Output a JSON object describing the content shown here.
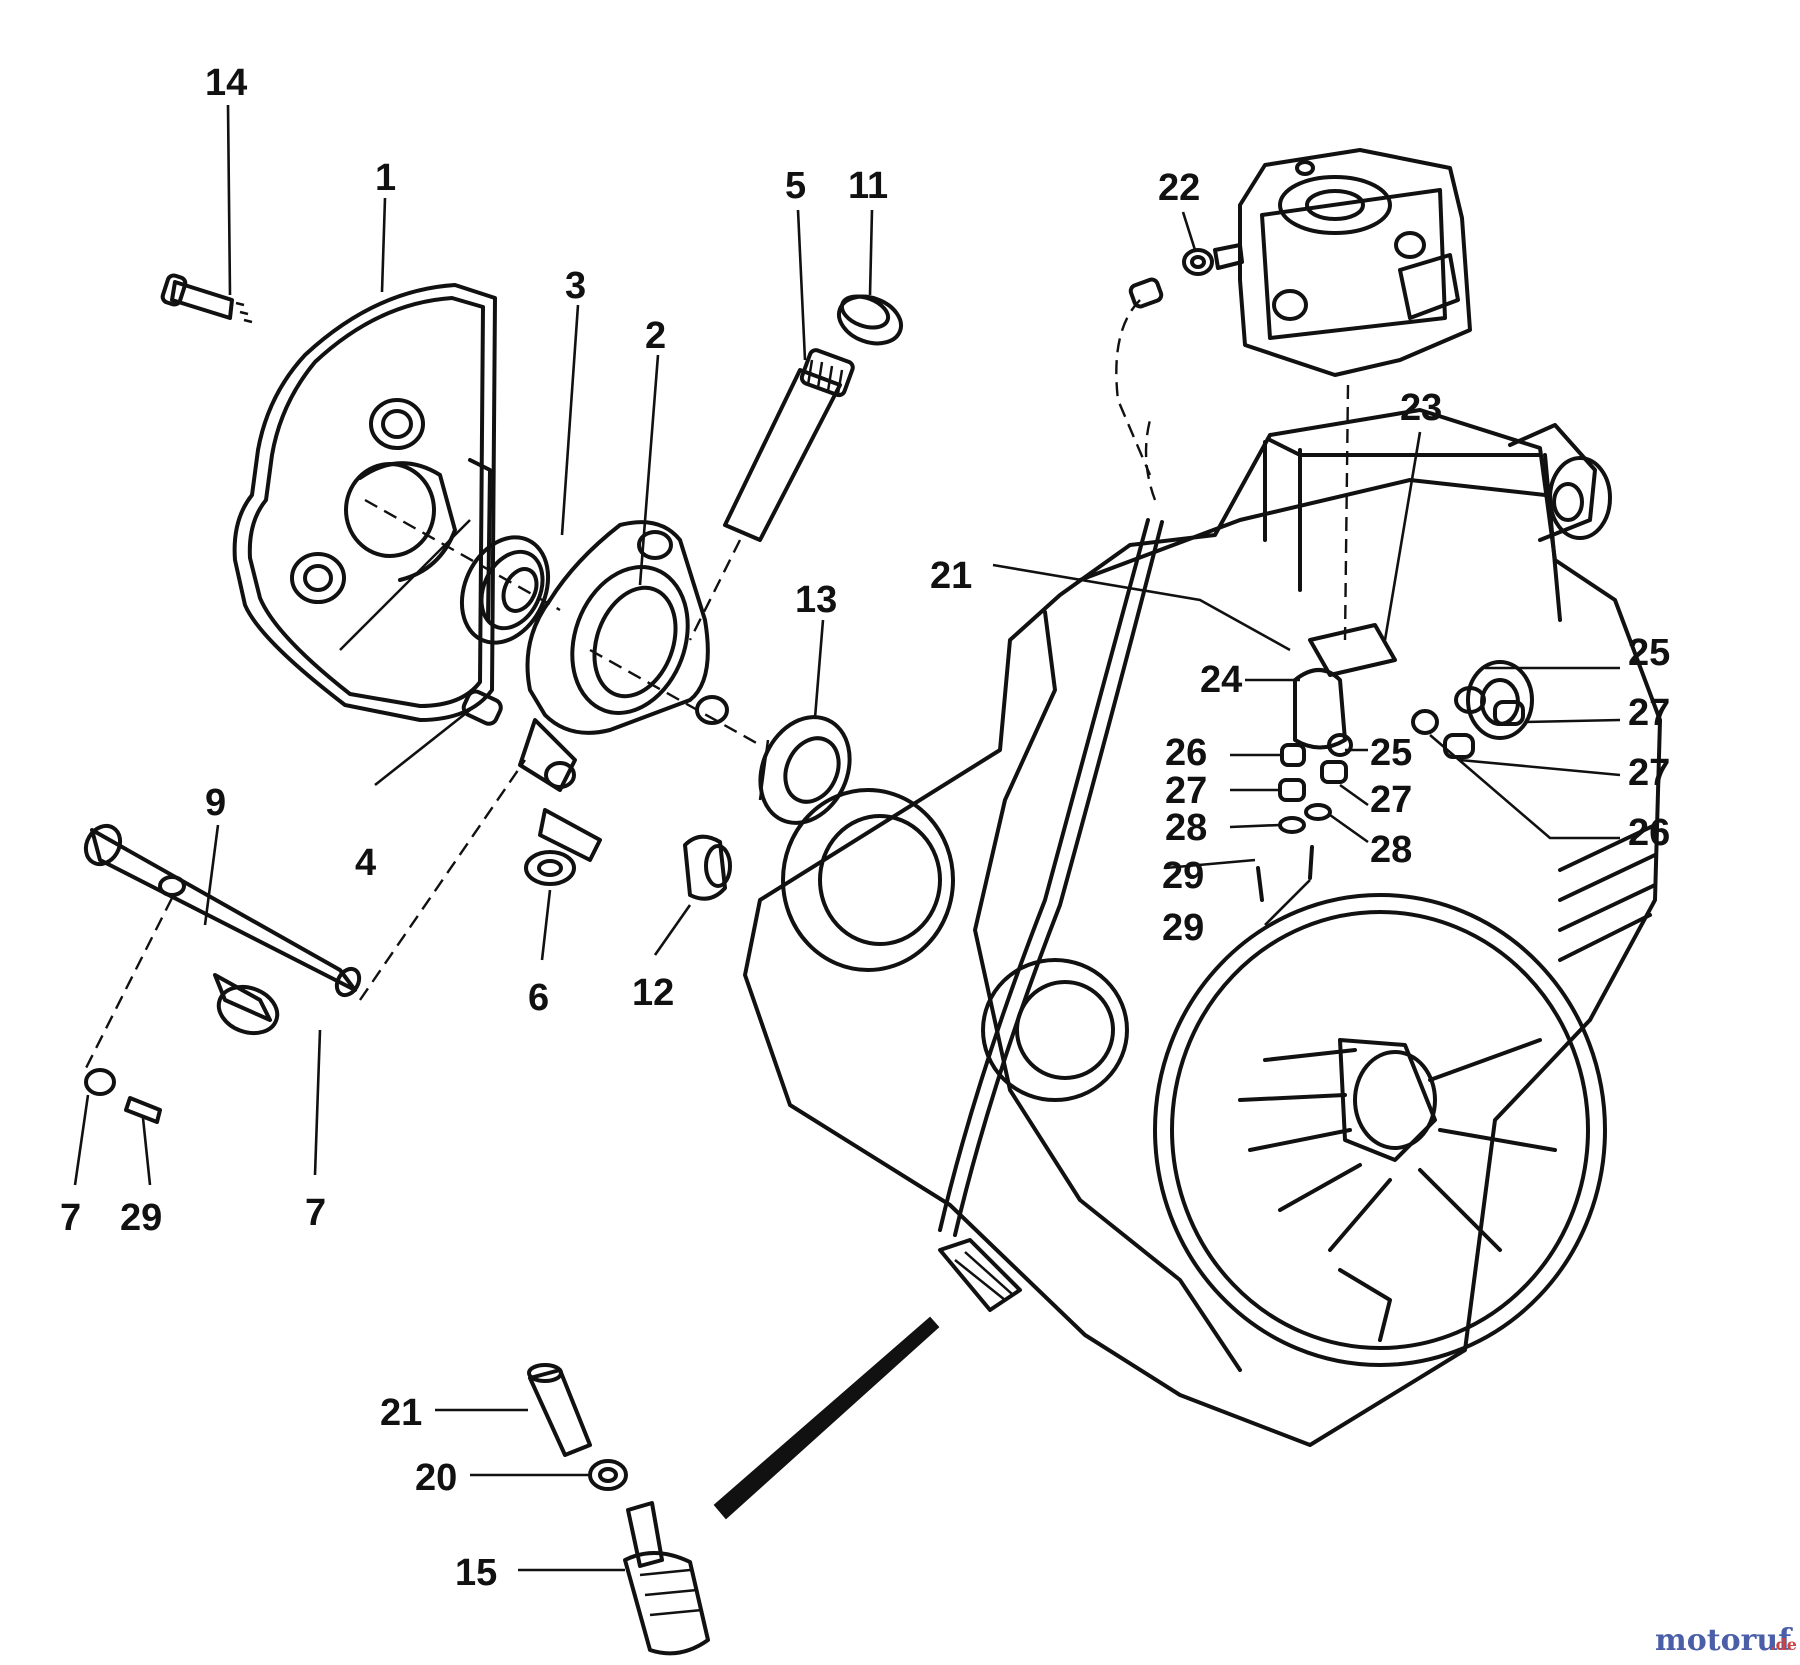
{
  "callouts": {
    "c14": "14",
    "c1": "1",
    "c3": "3",
    "c2": "2",
    "c5": "5",
    "c11": "11",
    "c13": "13",
    "c9": "9",
    "c4": "4",
    "c6": "6",
    "c12": "12",
    "c7a": "7",
    "c29a": "29",
    "c7b": "7",
    "c22": "22",
    "c23": "23",
    "c21a": "21",
    "c24": "24",
    "c25a": "25",
    "c27a": "27",
    "c26a": "26",
    "c25b": "25",
    "c27b": "27",
    "c27c": "27",
    "c27d": "27",
    "c26b": "26",
    "c28a": "28",
    "c28b": "28",
    "c29b": "29",
    "c29c": "29",
    "c21b": "21",
    "c20": "20",
    "c15": "15"
  },
  "watermark": {
    "brand": "motoruf",
    "tld": ".de",
    "color": "#4a5fa8"
  }
}
